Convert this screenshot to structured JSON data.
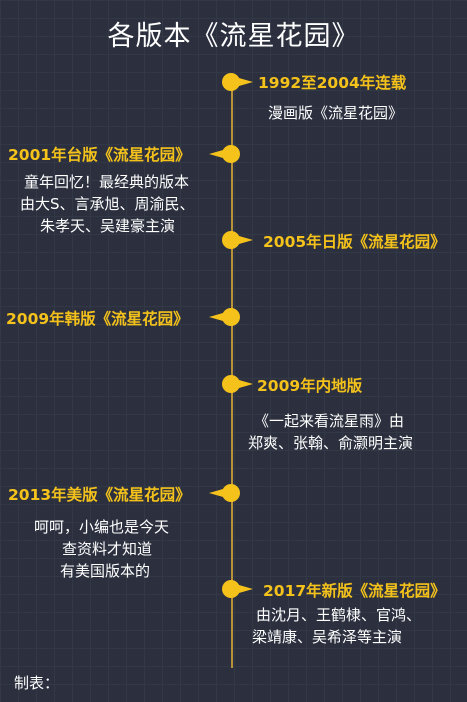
{
  "title": "各版本《流星花园》",
  "events": [
    {
      "heading": "1992至2004年连载",
      "desc": [
        "漫画版《流星花园》"
      ]
    },
    {
      "heading": "2001年台版《流星花园》",
      "desc": [
        "童年回忆！最经典的版本",
        "由大S、言承旭、周渝民、",
        "朱孝天、吴建豪主演"
      ]
    },
    {
      "heading": "2005年日版《流星花园》",
      "desc": []
    },
    {
      "heading": "2009年韩版《流星花园》",
      "desc": []
    },
    {
      "heading": "2009年内地版",
      "desc": [
        "《一起来看流星雨》由",
        "郑爽、张翰、俞灏明主演"
      ]
    },
    {
      "heading": "2013年美版《流星花园》",
      "desc": [
        "呵呵，小编也是今天",
        "查资料才知道",
        "有美国版本的"
      ]
    },
    {
      "heading": "2017年新版《流星花园》",
      "desc": [
        "由沈月、王鹤棣、官鸿、",
        "梁靖康、吴希泽等主演"
      ]
    }
  ],
  "footer": "制表：",
  "colors": {
    "accent": "#f4c21b",
    "background": "#2b2f3e",
    "line": "#b8923a"
  }
}
